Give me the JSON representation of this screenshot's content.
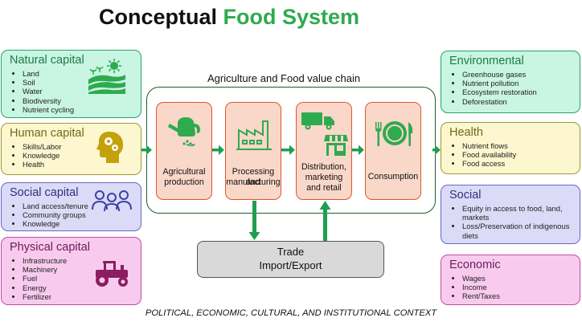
{
  "title": {
    "part1": "Conceptual",
    "part2": "Food System"
  },
  "capitals": {
    "natural": {
      "title": "Natural capital",
      "items": [
        "Land",
        "Soil",
        "Water",
        "Biodiversity",
        "Nutrient cycling"
      ]
    },
    "human": {
      "title": "Human capital",
      "items": [
        "Skills/Labor",
        "Knowledge",
        "Health"
      ]
    },
    "social": {
      "title": "Social capital",
      "items": [
        "Land access/tenure",
        "Community groups",
        "Knowledge"
      ]
    },
    "physical": {
      "title": "Physical capital",
      "items": [
        "Infrastructure",
        "Machinery",
        "Fuel",
        "Energy",
        "Fertilizer"
      ]
    }
  },
  "value_chain": {
    "title": "Agriculture and Food value chain",
    "stages": [
      {
        "line1": "Agricultural",
        "line2": "production"
      },
      {
        "line1": "Processing and",
        "line2": "manufacturing"
      },
      {
        "line1": "Distribution,",
        "line2": "marketing",
        "line3": "and retail"
      },
      {
        "line1": "Consumption"
      }
    ]
  },
  "trade": {
    "line1": "Trade",
    "line2": "Import/Export"
  },
  "outcomes": {
    "environmental": {
      "title": "Environmental",
      "items": [
        "Greenhouse gases",
        "Nutrient pollution",
        "Ecosystem restoration",
        "Deforestation"
      ]
    },
    "health": {
      "title": "Health",
      "items": [
        "Nutrient flows",
        "Food availability",
        "Food access"
      ]
    },
    "social": {
      "title": "Social",
      "items": [
        "Equity in access to food, land, markets",
        "Loss/Preservation of indigenous diets"
      ]
    },
    "economic": {
      "title": "Economic",
      "items": [
        "Wages",
        "Income",
        "Rent/Taxes"
      ]
    }
  },
  "footer": "POLITICAL, ECONOMIC, CULTURAL, AND INSTITUTIONAL CONTEXT",
  "icons": [
    "farm-field-icon",
    "head-gears-icon",
    "people-group-icon",
    "tractor-icon",
    "watering-can-icon",
    "factory-icon",
    "truck-icon",
    "storefront-icon",
    "plate-cutlery-icon"
  ],
  "colors": {
    "green": "#2faa4f",
    "arrow": "#1f9e52",
    "stage_fill": "#f9d7c9",
    "stage_border": "#e0562c"
  }
}
